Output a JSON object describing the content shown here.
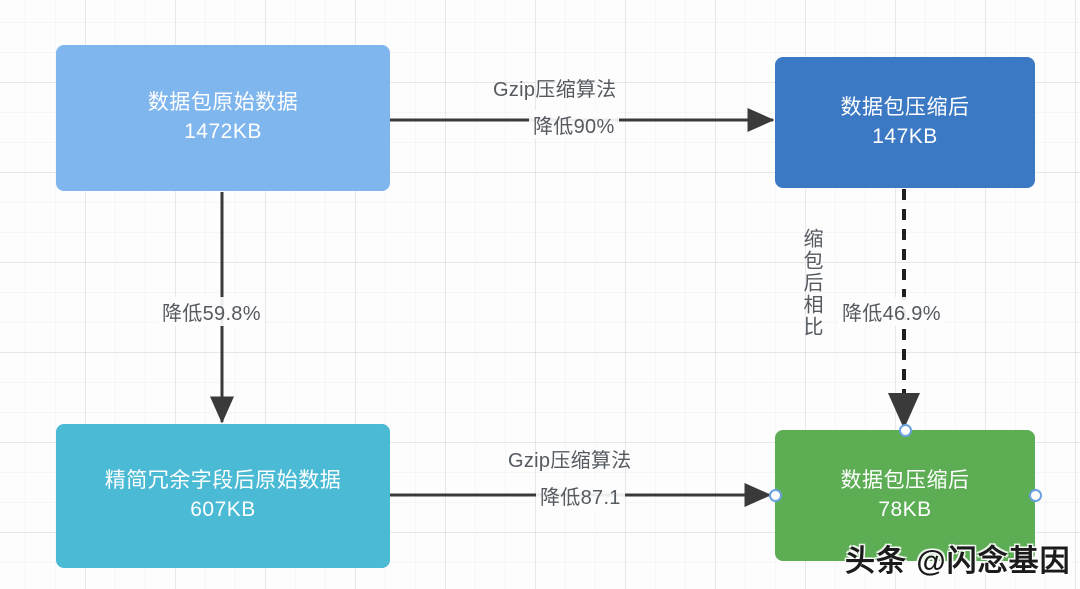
{
  "diagram": {
    "nodes": [
      {
        "id": "raw",
        "line1": "数据包原始数据",
        "line2": "1472KB",
        "color": "#7FB6EE"
      },
      {
        "id": "compressed_top",
        "line1": "数据包压缩后",
        "line2": "147KB",
        "color": "#3C79C4"
      },
      {
        "id": "slimmed",
        "line1": "精简冗余字段后原始数据",
        "line2": "607KB",
        "color": "#4BBAD4"
      },
      {
        "id": "compressed_bottom",
        "line1": "数据包压缩后",
        "line2": "78KB",
        "color": "#5CAD54"
      }
    ],
    "edges": [
      {
        "id": "raw-to-compressed-top",
        "label_line1": "Gzip压缩算法",
        "label_line2": "降低90%",
        "style": "solid"
      },
      {
        "id": "raw-to-slimmed",
        "label_line1": "降低59.8%",
        "style": "solid"
      },
      {
        "id": "compressed-top-to-compressed-bottom",
        "label_side": "缩包后相比",
        "label_line1": "降低46.9%",
        "style": "dashed"
      },
      {
        "id": "slimmed-to-compressed-bottom",
        "label_line1": "Gzip压缩算法",
        "label_line2": "降低87.1",
        "style": "solid"
      }
    ],
    "edge_color": "#3a3a3a",
    "label_color": "#555a60"
  },
  "watermark": {
    "text": "头条 @闪念基因"
  }
}
